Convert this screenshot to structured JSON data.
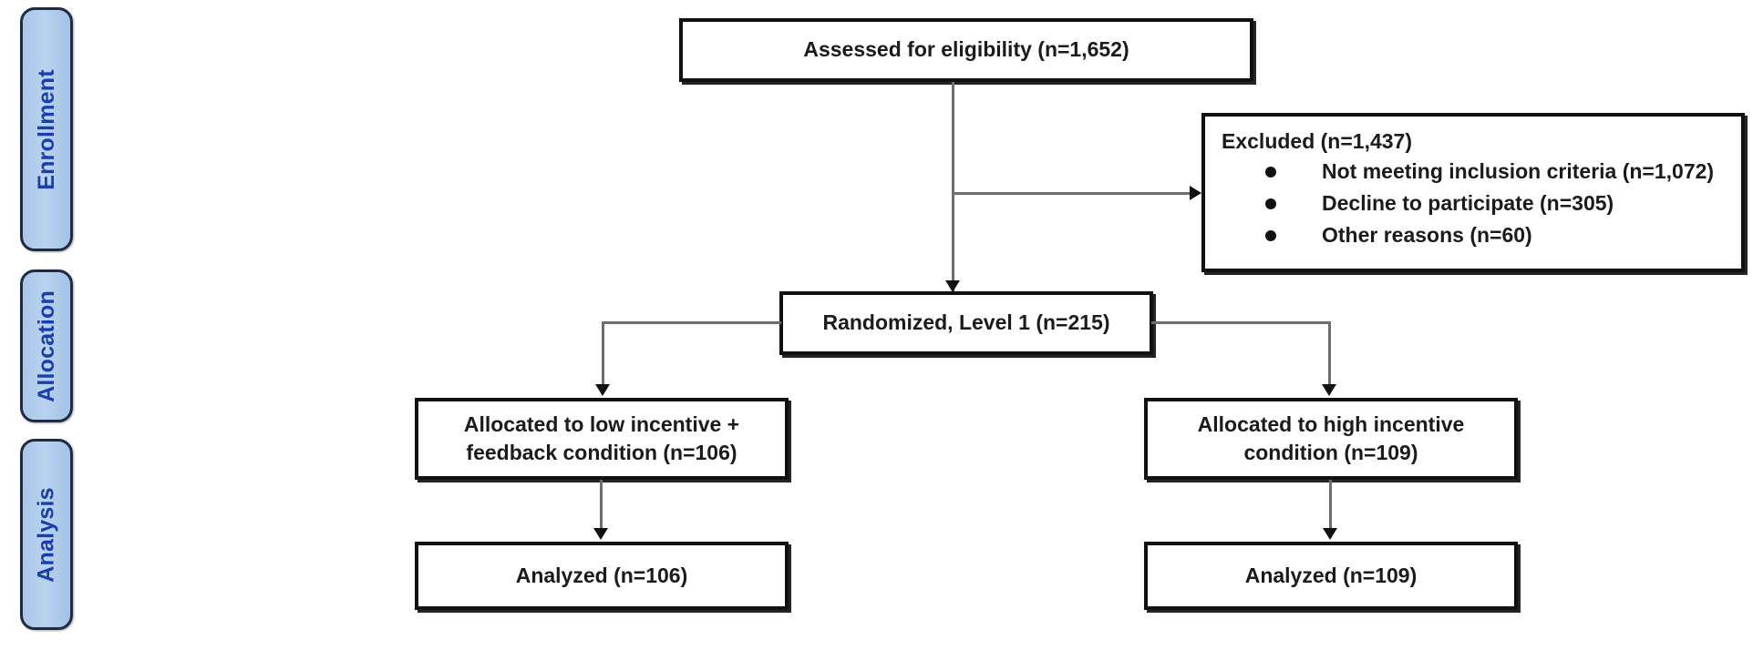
{
  "figure": {
    "type": "consort-flow-diagram",
    "accent_color": "#a8c6e8",
    "label_color": "#1a3faa",
    "box_border_color": "#111111",
    "connector_color": "#6e6e6e"
  },
  "stages": [
    {
      "label": "Enrollment"
    },
    {
      "label": "Allocation"
    },
    {
      "label": "Analysis"
    }
  ],
  "boxes": {
    "assessed": {
      "text": "Assessed for eligibility (n=1,652)"
    },
    "excluded": {
      "title": "Excluded (n=1,437)",
      "reasons": [
        "Not meeting inclusion criteria (n=1,072)",
        "Decline to participate (n=305)",
        "Other reasons (n=60)"
      ]
    },
    "randomized": {
      "text": "Randomized, Level 1 (n=215)"
    },
    "allocated_left": {
      "line1": "Allocated to low incentive +",
      "line2": "feedback condition (n=106)"
    },
    "allocated_right": {
      "line1": "Allocated to high incentive",
      "line2": "condition (n=109)"
    },
    "analyzed_left": {
      "text": "Analyzed (n=106)"
    },
    "analyzed_right": {
      "text": "Analyzed (n=109)"
    }
  }
}
